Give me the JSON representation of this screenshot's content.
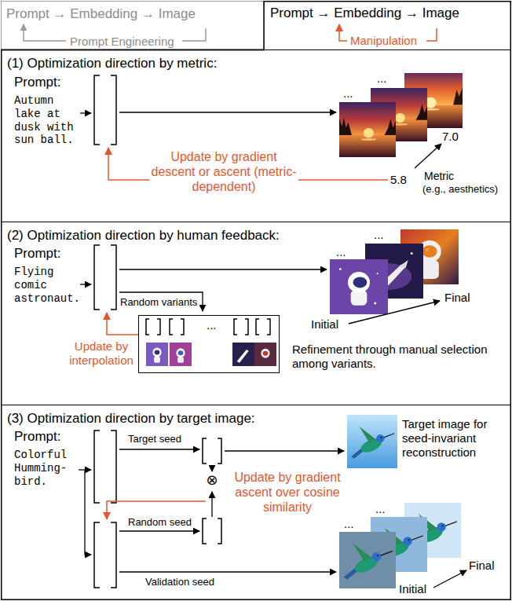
{
  "diagram": {
    "nodes": [
      {
        "text": [
          "Prompt → Embedding → Image",
          "Prompt Engineering"
        ]
      },
      {
        "text": [
          "Prompt → Embedding → Image",
          "Manipulation"
        ]
      },
      {
        "text": [
          "(1) Optimization direction by metric:"
        ],
        "in": 1
      },
      {
        "text": [
          "(2) Optimization direction by human feedback:"
        ],
        "in": 1
      },
      {
        "text": [
          "..."
        ],
        "in": 3
      },
      {
        "text": [
          "(3) Optimization direction by target image:"
        ],
        "in": 1
      }
    ],
    "labels": [
      "Prompt:",
      "Autumn lake at dusk with sun ball.",
      "...",
      "...",
      "7.0",
      "5.8",
      "Update by gradient descent or ascent (metric-dependent)",
      "Metric",
      "(e.g., aesthetics)",
      "Prompt:",
      "Flying comic astronaut.",
      "Random variants",
      "Update by interpolation",
      "...",
      "...",
      "Final",
      "Initial",
      "Refinement through manual selection among variants.",
      "Prompt:",
      "Colorful Humming-bird.",
      "Target seed",
      "Target image for seed-invariant reconstruction",
      "⊗",
      "Update by gradient ascent over cosine similarity",
      "Random seed",
      "Validation seed",
      "...",
      "...",
      "Initial",
      "Final"
    ]
  }
}
